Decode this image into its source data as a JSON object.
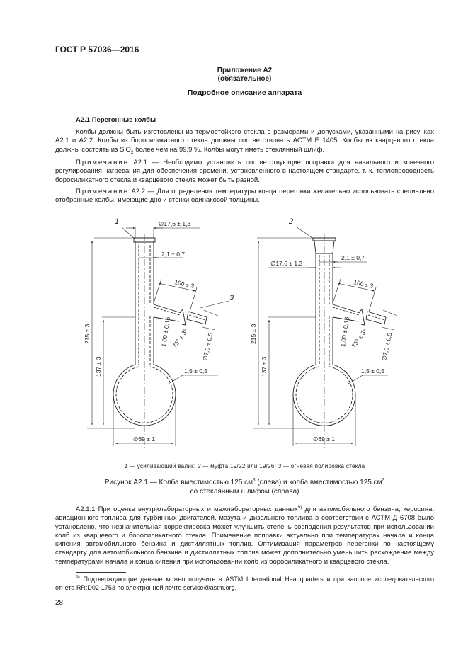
{
  "header": "ГОСТ Р 57036—2016",
  "appendix": {
    "label": "Приложение А2",
    "status": "(обязательное)",
    "title": "Подробное описание аппарата"
  },
  "section": "А2.1 Перегонные колбы",
  "para1": {
    "p1": "Колбы должны быть изготовлены из термостойкого стекла с размерами и допусками, указанными на рисунках А2.1 и А2.2. Колбы из боросиликатного стекла должны соответствовать АСТМ Е 1405. Колбы из кварцевого стекла должны состоять из SiO",
    "sub": "2",
    "p2": " более чем на 99,9 %. Колбы могут иметь стеклянный шлиф."
  },
  "note1": {
    "label": "Примечание",
    "text": " А2.1 — Необходимо установить соответствующие поправки для начального и конечного регулирования нагревания для обеспечения времени, установленного в настоящем стандарте, т. к. теплопроводность боросиликатного стекла и кварцевого стекла может быть разной."
  },
  "note2": {
    "label": "Примечание",
    "text": " А2.2 — Для определения температуры конца перегонки желательно использовать специально отобранные колбы, имеющие дно и стенки одинаковой толщины."
  },
  "figure": {
    "left": {
      "marker1": "1",
      "marker3": "3",
      "d_neck": "∅17,6 ± 1,3",
      "wall": "2,1 ± 0,7",
      "side_len": "100 ± 3",
      "angle": "75° ± 3°",
      "side_wall": "1,00 ± 0,15",
      "side_d": "∅7,0 ± 0,5",
      "bulb_wall": "1,5 ± 0,5",
      "h_total": "215 ± 3",
      "h_neck": "137 ± 3",
      "d_bulb": "∅69 ± 1"
    },
    "right": {
      "marker2": "2",
      "d_neck": "∅17,6 ± 1,3",
      "wall": "2,1 ± 0,7",
      "side_len": "100 ± 3",
      "angle": "75° ± 3°",
      "side_wall": "1,00 ± 0,15",
      "side_d": "∅7,0 ± 0,5",
      "bulb_wall": "1,5 ± 0,5",
      "h_total": "215 ± 3",
      "h_neck": "137 ± 3",
      "d_bulb": "∅69 ± 1"
    }
  },
  "legend": {
    "n1": "1",
    "t1": " — усиливающий валик; ",
    "n2": "2",
    "t2": " — муфта 19/22 или 19/26; ",
    "n3": "3",
    "t3": " — огневая полировка стекла"
  },
  "caption": {
    "a": "Рисунок А2.1 — Колба вместимостью 125 см",
    "sup1": "3",
    "b": " (слева) и колба вместимостью 125 см",
    "sup2": "3",
    "c": "со стеклянным шлифом (справа)"
  },
  "para2": {
    "a": "А2.1.1 При оценке внутрилабораторных и межлабораторных данных",
    "sup": "9)",
    "b": " для автомобильного бензина, керосина, авиационного топлива для турбинных двигателей, мазута и дизельного топлива в соответствии с АСТМ Д 6708 было установлено, что незначительная корректировка может улучшить степень совпадения результатов при использовании колб из кварцевого и боросиликатного стекла. Применение поправки актуально при температурах начала и конца кипения автомобильного бензина и дистиллятных топлив. Оптимизация параметров перегонки по настоящему стандарту для автомобильного бензина и дистиллятных топлив может дополнительно уменьшить расхождение между температурами начала и конца кипения при использовании колб из боросиликатного и кварцевого стекла."
  },
  "footnote": {
    "sup": "9)",
    "text": " Подтверждающие данные можно получить в ASTM International Headquarters и при запросе исследовательского отчета RR:D02-1753 по электронной почте service@astm.org."
  },
  "page_number": "28"
}
